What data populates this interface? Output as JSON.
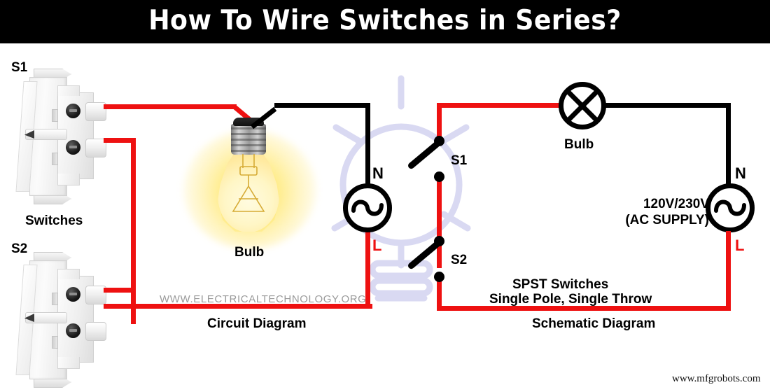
{
  "header": {
    "title": "How To Wire Switches in Series?"
  },
  "colors": {
    "wire_live_red": "#ee1111",
    "wire_neutral_black": "#000000",
    "title_bar": "#000000",
    "title_text": "#ffffff",
    "watermark_text": "#9a9a9a",
    "bulb_glow": "#ffe878",
    "watermark_outline": "#d9d9f2"
  },
  "circuit_diagram": {
    "caption": "Circuit Diagram",
    "switch_s1_label": "S1",
    "switch_s2_label": "S2",
    "switches_label": "Switches",
    "bulb_label": "Bulb",
    "neutral_label": "N",
    "live_label": "L",
    "site_watermark": "WWW.ELECTRICALTECHNOLOGY.ORG"
  },
  "schematic_diagram": {
    "caption": "Schematic Diagram",
    "switch_s1_label": "S1",
    "switch_s2_label": "S2",
    "bulb_label": "Bulb",
    "neutral_label": "N",
    "live_label": "L",
    "supply_voltage": "120V/230V",
    "supply_type": "(AC SUPPLY)",
    "switch_type_line1": "SPST Switches",
    "switch_type_line2": "Single Pole, Single Throw"
  },
  "footer": {
    "source_site": "www.mfgrobots.com"
  }
}
